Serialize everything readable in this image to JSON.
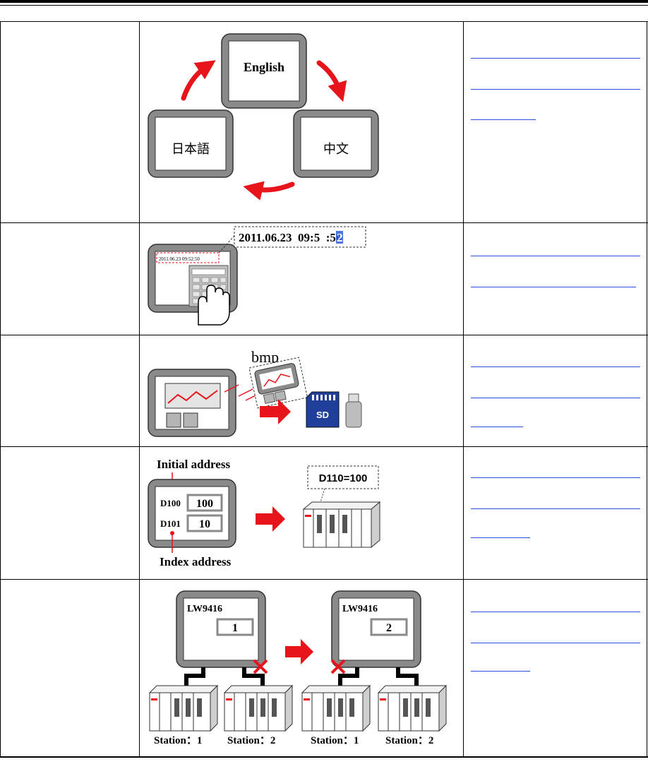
{
  "row1": {
    "lang_top": "English",
    "lang_left": "日本語",
    "lang_right": "中文"
  },
  "row2": {
    "datetime_prefix": "2011.06.23  09:5",
    "datetime_hl": "2",
    "datetime_suffix": ":50",
    "small_datetime": "2011.06.23   09:52:50"
  },
  "row3": {
    "file_label": "bmp",
    "sd_label": "SD"
  },
  "row4": {
    "initial_label": "Initial address",
    "index_label": "Index address",
    "reg1_name": "D100",
    "reg1_value": "100",
    "reg2_name": "D101",
    "reg2_value": "10",
    "result": "D110=100"
  },
  "row5": {
    "reg_name": "LW9416",
    "value_a": "1",
    "value_b": "2",
    "stations": [
      "Station：1",
      "Station：2",
      "Station：1",
      "Station：2"
    ]
  },
  "colors": {
    "arrow": "#e8141c",
    "link": "#2b4fd8",
    "frame": "#8a8a8a",
    "sd_card": "#1f3f9a"
  }
}
